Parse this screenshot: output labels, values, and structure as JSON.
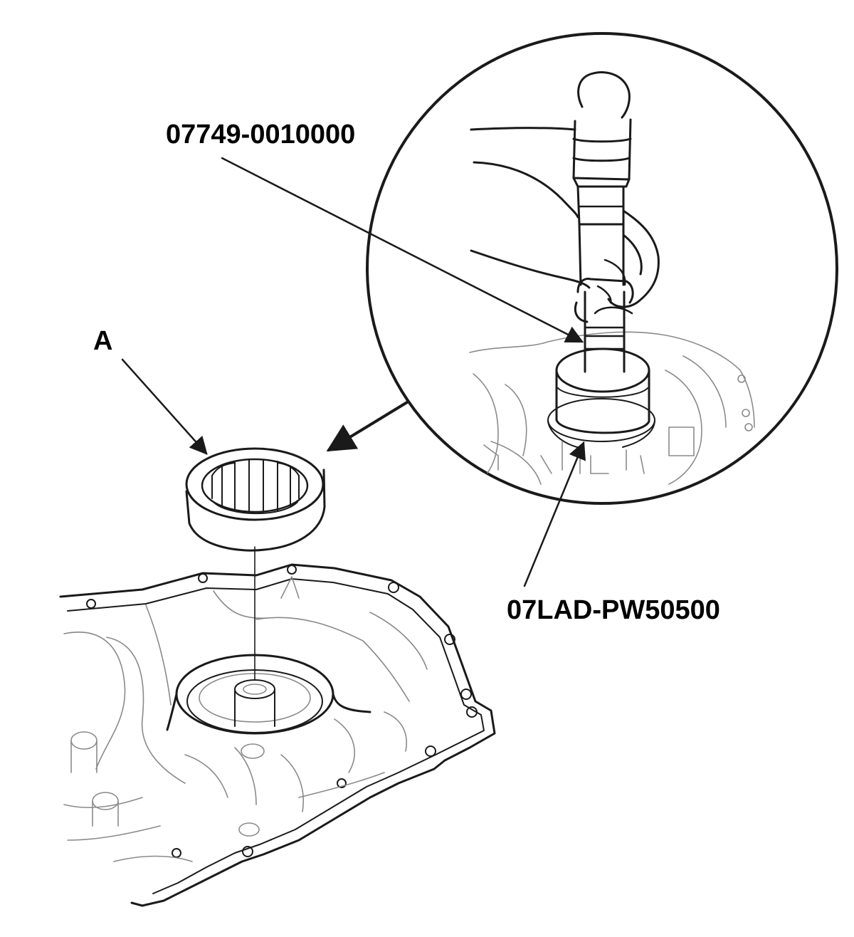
{
  "callouts": {
    "tool_top": "07749-0010000",
    "part_a": "A",
    "tool_bottom": "07LAD-PW50500"
  },
  "colors": {
    "line": "#1a1a1a",
    "light_line": "#8a8a8a",
    "background": "#ffffff"
  }
}
